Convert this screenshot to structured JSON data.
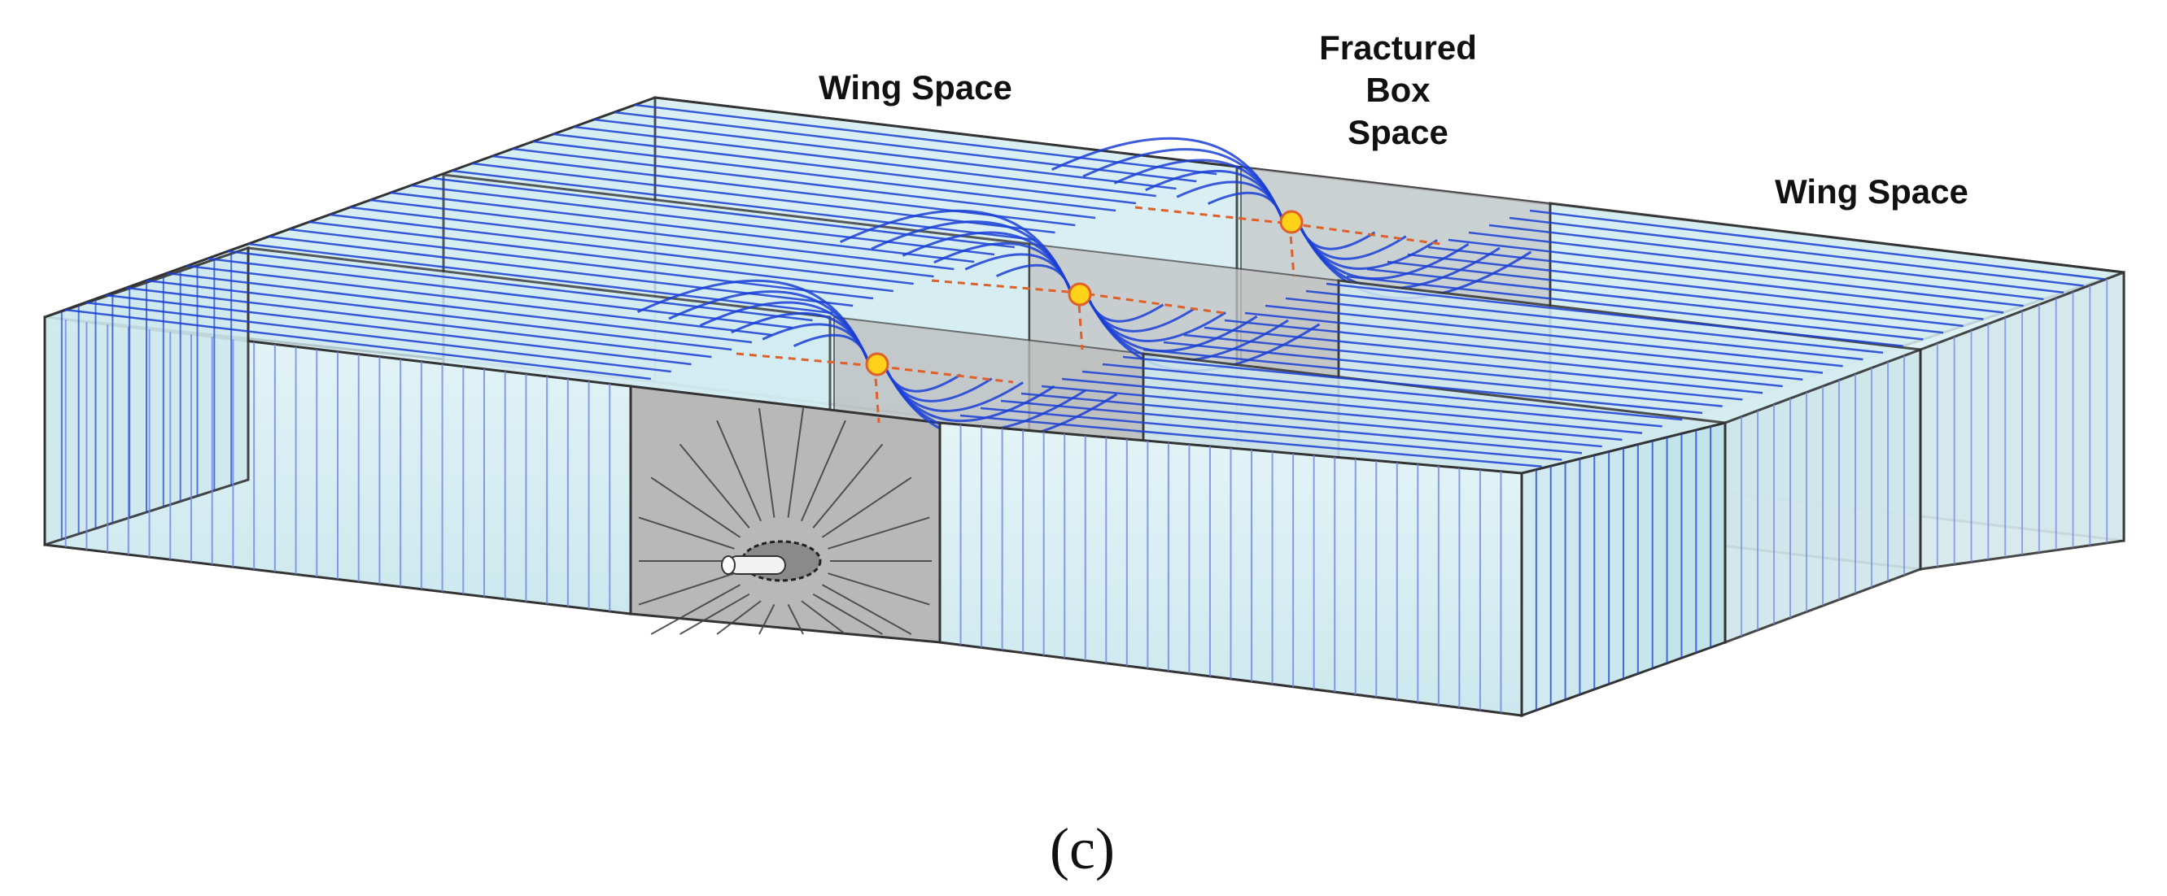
{
  "labels": {
    "wing_left": "Wing Space",
    "fractured_box": [
      "Fractured",
      "Box",
      "Space"
    ],
    "wing_right": "Wing Space"
  },
  "caption": "(c)",
  "colors": {
    "box_fill": "#cfe9ee",
    "box_fill_light": "#e2f3f6",
    "box_edge": "#333333",
    "flow_line": "#1a3fd6",
    "flow_line_light": "#6f86e8",
    "fracture_panel": "#b8b8b8",
    "fracture_dash": "#e0602a",
    "well_point": "#ffd21a",
    "background": "#ffffff"
  },
  "icons": {
    "well_point": "yellow-dot-icon",
    "wellbore": "wellbore-cylinder-icon"
  }
}
